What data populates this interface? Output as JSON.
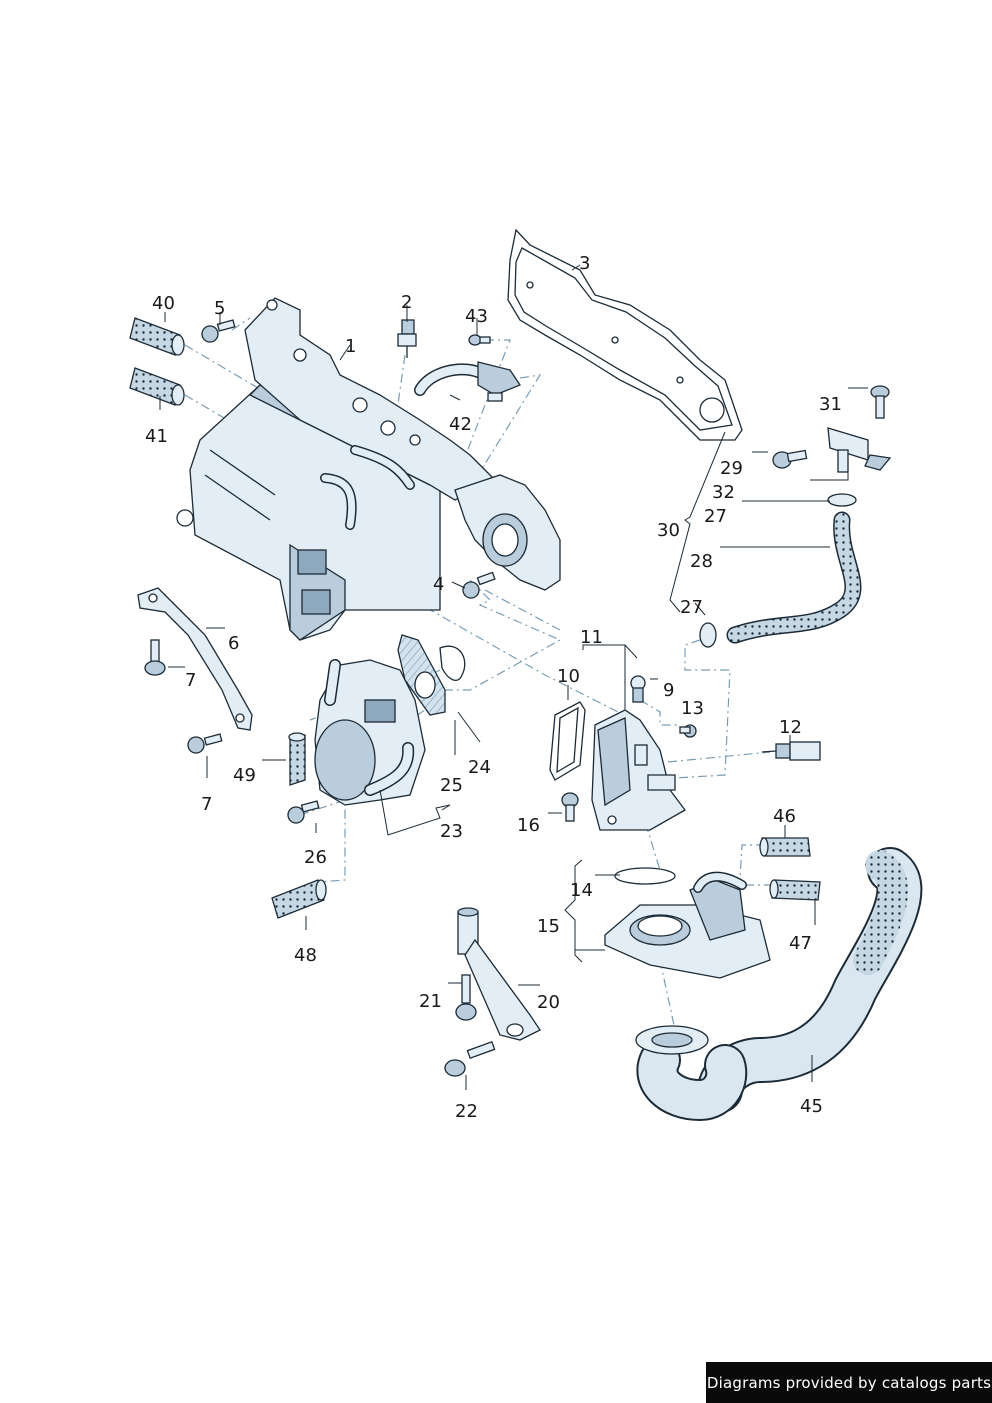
{
  "colors": {
    "part_fill": "#e2edf5",
    "part_shade": "#b9cddc",
    "part_dark": "#8ea9bd",
    "outline": "#1c2b36",
    "dash": "#7a9db4",
    "text": "#1a1a1a"
  },
  "callouts": [
    "1",
    "2",
    "3",
    "4",
    "5",
    "6",
    "7",
    "7",
    "9",
    "10",
    "11",
    "12",
    "13",
    "14",
    "15",
    "16",
    "20",
    "21",
    "22",
    "23",
    "24",
    "25",
    "26",
    "27",
    "27",
    "28",
    "29",
    "30",
    "31",
    "32",
    "40",
    "41",
    "42",
    "43",
    "45",
    "46",
    "47",
    "48",
    "49"
  ],
  "footer": {
    "text": "Diagrams provided by catalogs parts"
  }
}
